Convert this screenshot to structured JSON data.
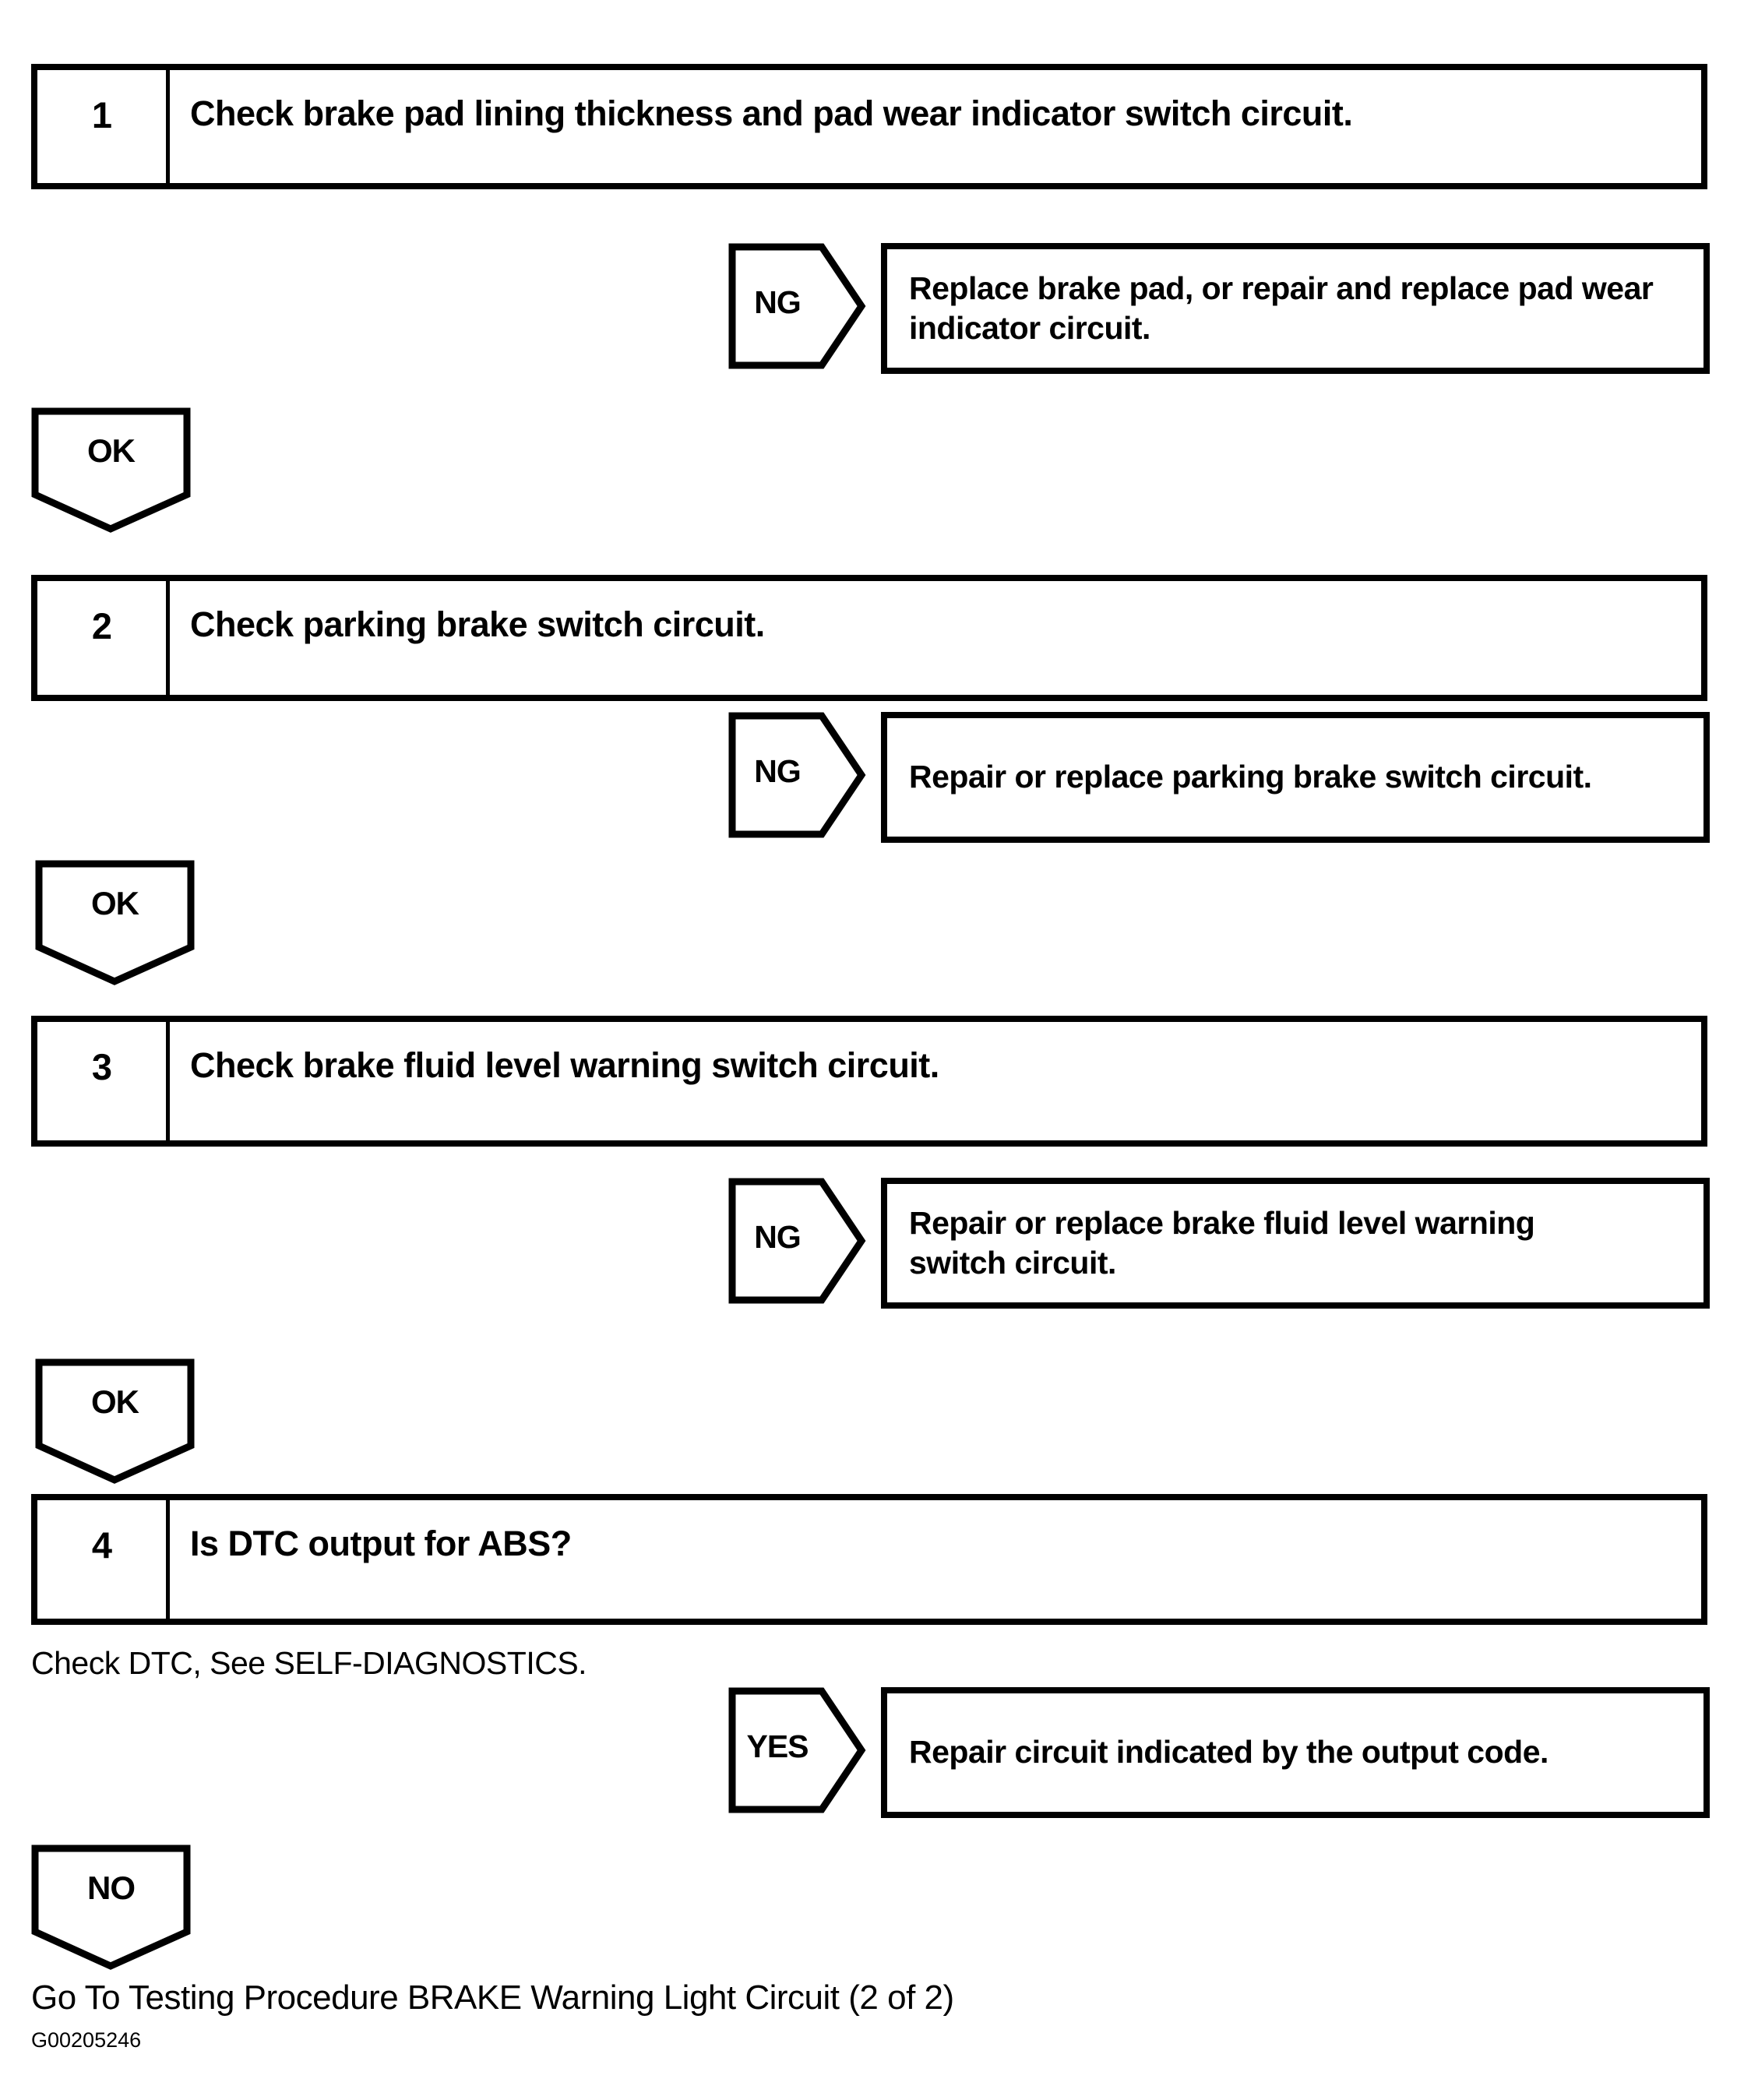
{
  "flowchart": {
    "steps": [
      {
        "number": "1",
        "question": "Check brake pad lining thickness and pad wear indicator switch circuit.",
        "fail": {
          "label": "NG",
          "action": "Replace brake pad, or repair and replace pad wear indicator circuit."
        },
        "pass_label": "OK"
      },
      {
        "number": "2",
        "question": "Check parking brake switch circuit.",
        "fail": {
          "label": "NG",
          "action": "Repair or replace parking brake switch circuit."
        },
        "pass_label": "OK"
      },
      {
        "number": "3",
        "question": "Check brake fluid level warning switch circuit.",
        "fail": {
          "label": "NG",
          "action": "Repair or replace brake fluid level warning switch circuit."
        },
        "pass_label": "OK"
      },
      {
        "number": "4",
        "question": "Is DTC output for ABS?",
        "note": "Check DTC, See SELF-DIAGNOSTICS.",
        "fail": {
          "label": "YES",
          "action": "Repair circuit indicated by the output code."
        },
        "pass_label": "NO"
      }
    ],
    "final_action": "Go To Testing Procedure BRAKE Warning Light Circuit (2 of 2)",
    "figure_code": "G00205246"
  },
  "colors": {
    "ink": "#000000",
    "paper": "#ffffff"
  }
}
